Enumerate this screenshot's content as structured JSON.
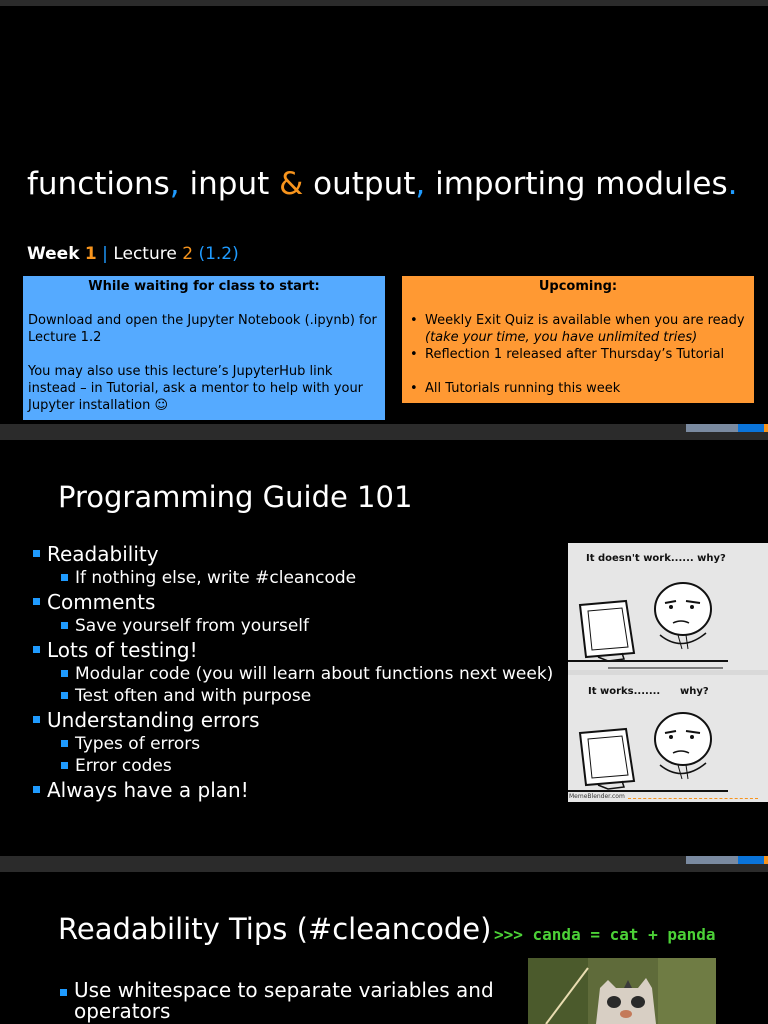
{
  "slide1": {
    "title": [
      {
        "t": "functions",
        "c": "w"
      },
      {
        "t": ",",
        "c": "b"
      },
      {
        "t": " input ",
        "c": "w"
      },
      {
        "t": "&",
        "c": "o"
      },
      {
        "t": " output",
        "c": "w"
      },
      {
        "t": ",",
        "c": "b"
      },
      {
        "t": " importing modules",
        "c": "w"
      },
      {
        "t": ".",
        "c": "b"
      }
    ],
    "week_label": "Week",
    "week_num": "1",
    "divider": "|",
    "lecture_label": "Lecture",
    "lecture_num": "2",
    "lecture_code": "(1.2)",
    "waiting_box": {
      "heading": "While waiting for class to start:",
      "para1": "Download and open the Jupyter Notebook (.ipynb) for Lecture 1.2",
      "para2": "You may also use this lecture’s JupyterHub link instead – in Tutorial, ask a mentor to help with your Jupyter installation ☺",
      "color": "#55aaff"
    },
    "upcoming_box": {
      "heading": "Upcoming:",
      "item1": "Weekly Exit Quiz is available when you are ready",
      "item1_note": "(take your time, you have unlimited tries)",
      "item2": "Reflection 1 released after Thursday’s Tutorial",
      "item3": "All Tutorials running this week",
      "color": "#ff9933"
    }
  },
  "slide2": {
    "title": "Programming Guide 101",
    "bullets": [
      {
        "text": "Readability",
        "sub": [
          "If nothing else, write #cleancode"
        ]
      },
      {
        "text": "Comments",
        "sub": [
          "Save yourself from yourself"
        ]
      },
      {
        "text": "Lots of testing!",
        "sub": [
          "Modular code (you will learn about functions next week)",
          "Test often and with purpose"
        ]
      },
      {
        "text": "Understanding errors",
        "sub": [
          "Types of errors",
          "Error codes"
        ]
      },
      {
        "text": "Always have a plan!",
        "sub": []
      }
    ],
    "meme": {
      "caption1": "It doesn't work...... why?",
      "caption2a": "It works.......",
      "caption2b": "why?",
      "watermark": "MemeBlender.com"
    }
  },
  "slide3": {
    "title": "Readability Tips (#cleancode)",
    "code": ">>> canda = cat + panda",
    "bullet": "Use whitespace to separate variables and operators"
  },
  "colors": {
    "accent_blue": "#1f9bff",
    "accent_orange": "#f7941d",
    "code_green": "#4cd137"
  }
}
